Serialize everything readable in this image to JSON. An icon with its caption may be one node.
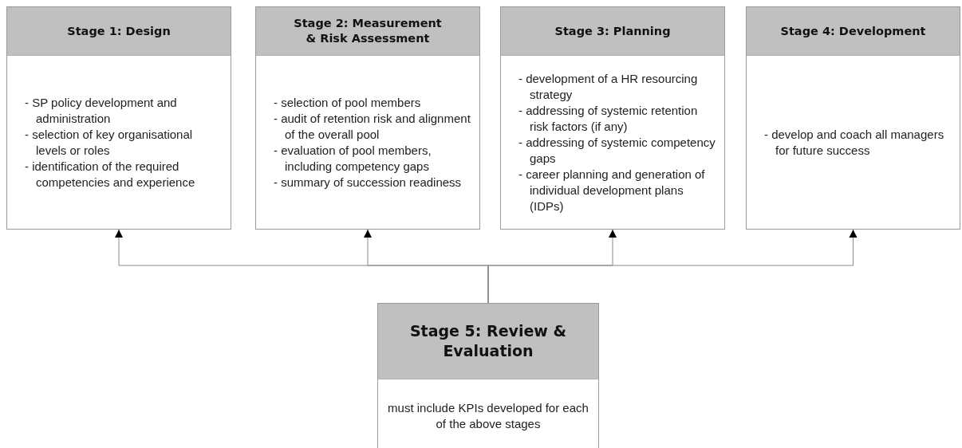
{
  "diagram": {
    "nodes": [
      {
        "text": [
          "Stage 1: Design",
          "- SP policy development and administration",
          "- selection of key organisational levels or roles",
          "- identification of the required competencies and experience"
        ]
      },
      {
        "text": [
          "Stage 2: Measurement & Risk Assessment",
          "- selection of pool members",
          "- audit of retention risk and alignment of the overall pool",
          "- evaluation of pool members, including  competency gaps",
          "- summary of succession readiness"
        ]
      },
      {
        "text": [
          "Stage 3: Planning",
          "- development of a HR resourcing strategy",
          "- addressing of systemic retention risk factors (if any)",
          "- addressing of systemic competency gaps",
          "- career planning and generation of individual development plans (IDPs)"
        ]
      },
      {
        "text": [
          "Stage 4: Development",
          "- develop and coach all managers for future success"
        ]
      },
      {
        "text": [
          "Stage 5: Review & Evaluation",
          "must include KPIs developed for each of the above stages"
        ]
      }
    ],
    "edges": [
      {
        "from": 4,
        "to": 0,
        "arrow": "to"
      },
      {
        "from": 4,
        "to": 1,
        "arrow": "to"
      },
      {
        "from": 4,
        "to": 2,
        "arrow": "to"
      },
      {
        "from": 4,
        "to": 3,
        "arrow": "to"
      }
    ]
  }
}
